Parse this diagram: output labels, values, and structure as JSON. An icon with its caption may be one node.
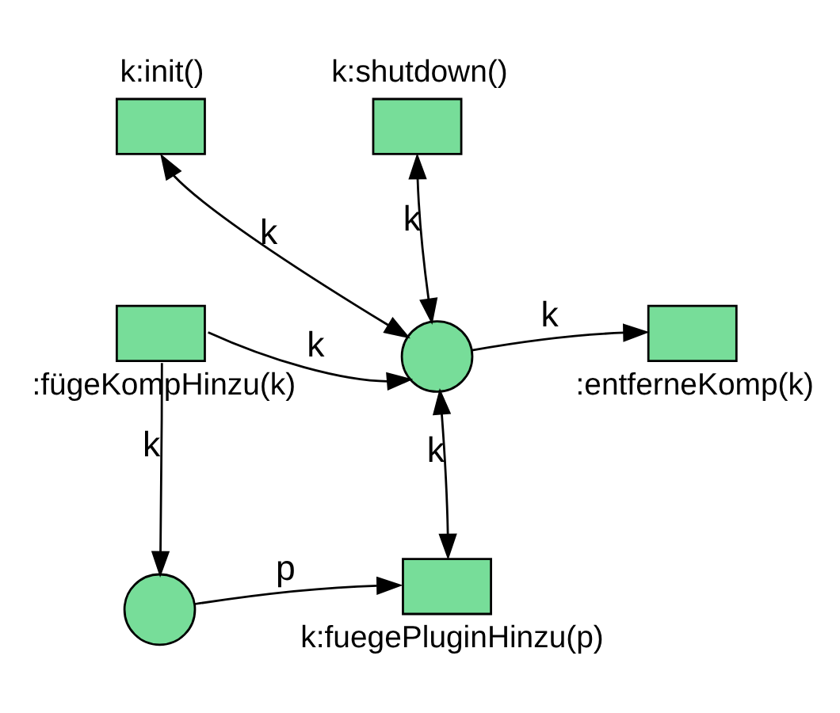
{
  "diagram": {
    "nodes": [
      {
        "text": [],
        "shape": "box",
        "beside": [
          "k:init()"
        ]
      },
      {
        "text": [],
        "shape": "box",
        "beside": [
          "k:shutdown()"
        ]
      },
      {
        "text": [],
        "shape": "box",
        "beside": [
          ":fügeKompHinzu(k)"
        ]
      },
      {
        "text": [],
        "shape": "circle"
      },
      {
        "text": [],
        "shape": "box",
        "beside": [
          ":entferneKomp(k)"
        ]
      },
      {
        "text": [],
        "shape": "circle"
      },
      {
        "text": [],
        "shape": "box",
        "beside": [
          "k:fuegePluginHinzu(p)"
        ]
      }
    ],
    "edges": [
      {
        "from": 3,
        "to": 0,
        "arrow": "both",
        "label": "k"
      },
      {
        "from": 3,
        "to": 1,
        "arrow": "both",
        "label": "k"
      },
      {
        "from": 2,
        "to": 3,
        "arrow": "to",
        "label": "k"
      },
      {
        "from": 3,
        "to": 4,
        "arrow": "to",
        "label": "k"
      },
      {
        "from": 2,
        "to": 5,
        "arrow": "to",
        "label": "k"
      },
      {
        "from": 5,
        "to": 6,
        "arrow": "to",
        "label": "p"
      },
      {
        "from": 3,
        "to": 6,
        "arrow": "both",
        "label": "k"
      }
    ]
  }
}
